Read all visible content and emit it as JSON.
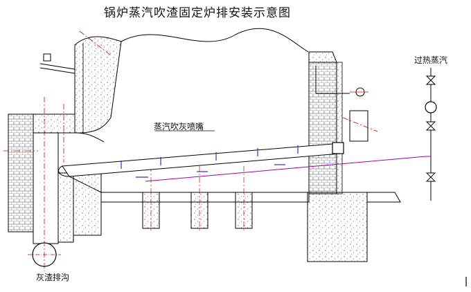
{
  "title": "锅炉蒸汽吹渣固定炉排安装示意图",
  "labels": {
    "superheated_steam": "过热蒸汽",
    "steam_nozzle": "蒸汽吹灰喷嘴",
    "ash_trench": "灰渣排沟"
  },
  "colors": {
    "line": "#000000",
    "steam_pipe": "#a000a0",
    "center_line": "#d00000",
    "nozzle": "#3030c0",
    "hatch": "#7a7a7a"
  }
}
